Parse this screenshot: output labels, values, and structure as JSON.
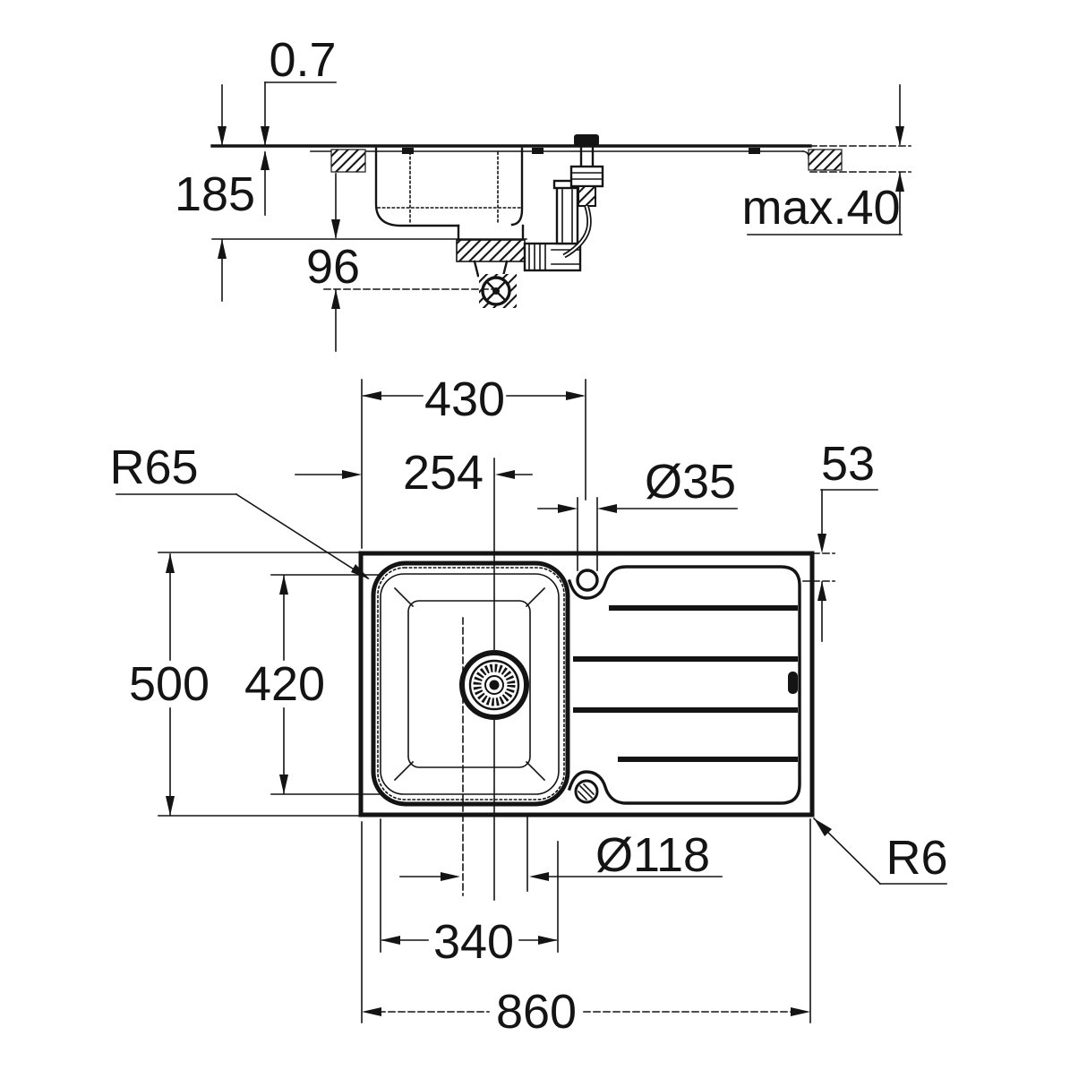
{
  "page": {
    "background": "#ffffff",
    "line_color": "#141414",
    "description": "Technical dimension drawing of an inset kitchen sink with bowl and drainer: side section view (top) and plan view (bottom)"
  },
  "labels": {
    "rim_thickness": "0.7",
    "total_depth": "185",
    "trap_offset": "96",
    "worktop_thickness": "max.40",
    "bowl_corner_radius": "R65",
    "tap_hole_offset": "430",
    "drain_center_offset": "254",
    "tap_hole_diameter": "Ø35",
    "drainer_edge_offset": "53",
    "sink_width": "500",
    "bowl_inner_width": "420",
    "drain_recess_diameter": "Ø118",
    "bowl_inner_length": "340",
    "sink_length": "860",
    "outer_edge_radius": "R6"
  }
}
